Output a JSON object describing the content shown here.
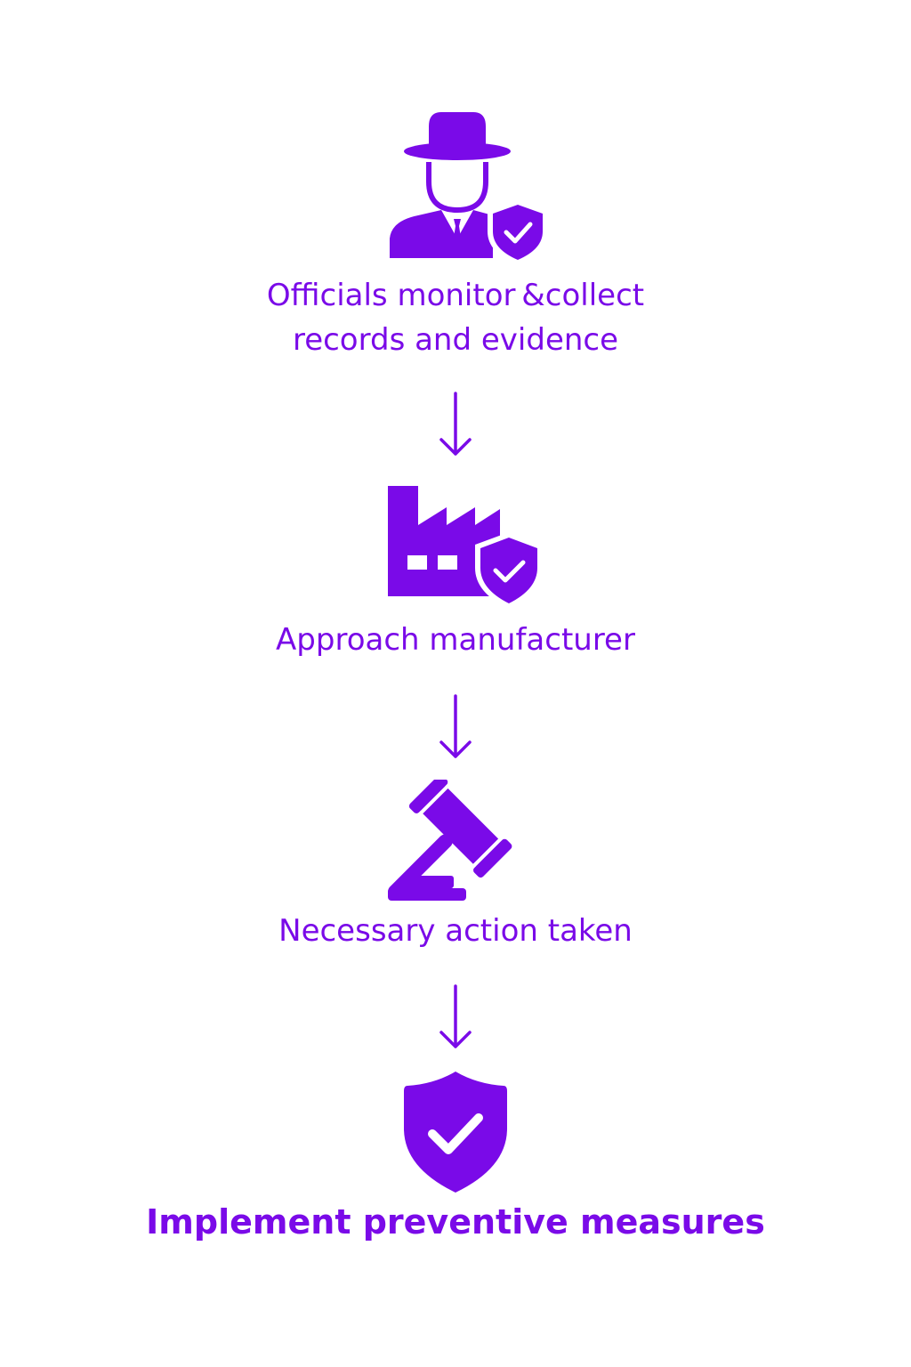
{
  "colors": {
    "primary": "#7a0ae8",
    "background": "#ffffff"
  },
  "steps": [
    {
      "icon": "inspector-icon",
      "label_lines": [
        "Officials monitor &collect",
        "records and evidence"
      ]
    },
    {
      "icon": "factory-shield-icon",
      "label_lines": [
        "Approach manufacturer"
      ]
    },
    {
      "icon": "gavel-icon",
      "label_lines": [
        "Necessary action taken"
      ]
    },
    {
      "icon": "shield-check-icon",
      "label_lines": [
        "Implement preventive measures"
      ]
    }
  ],
  "connector_icon": "arrow-down-icon"
}
